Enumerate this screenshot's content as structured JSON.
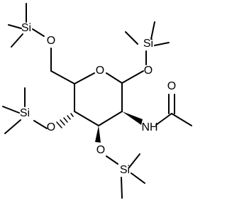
{
  "molecule": {
    "atoms": {
      "si_top_left": "Si",
      "o_top_left": "O",
      "si_top_right": "Si",
      "o_top_right": "O",
      "o_ring": "O",
      "si_left": "Si",
      "o_left": "O",
      "o_carbonyl": "O",
      "nh": "NH",
      "o_bottom": "O",
      "si_bottom": "Si"
    }
  }
}
